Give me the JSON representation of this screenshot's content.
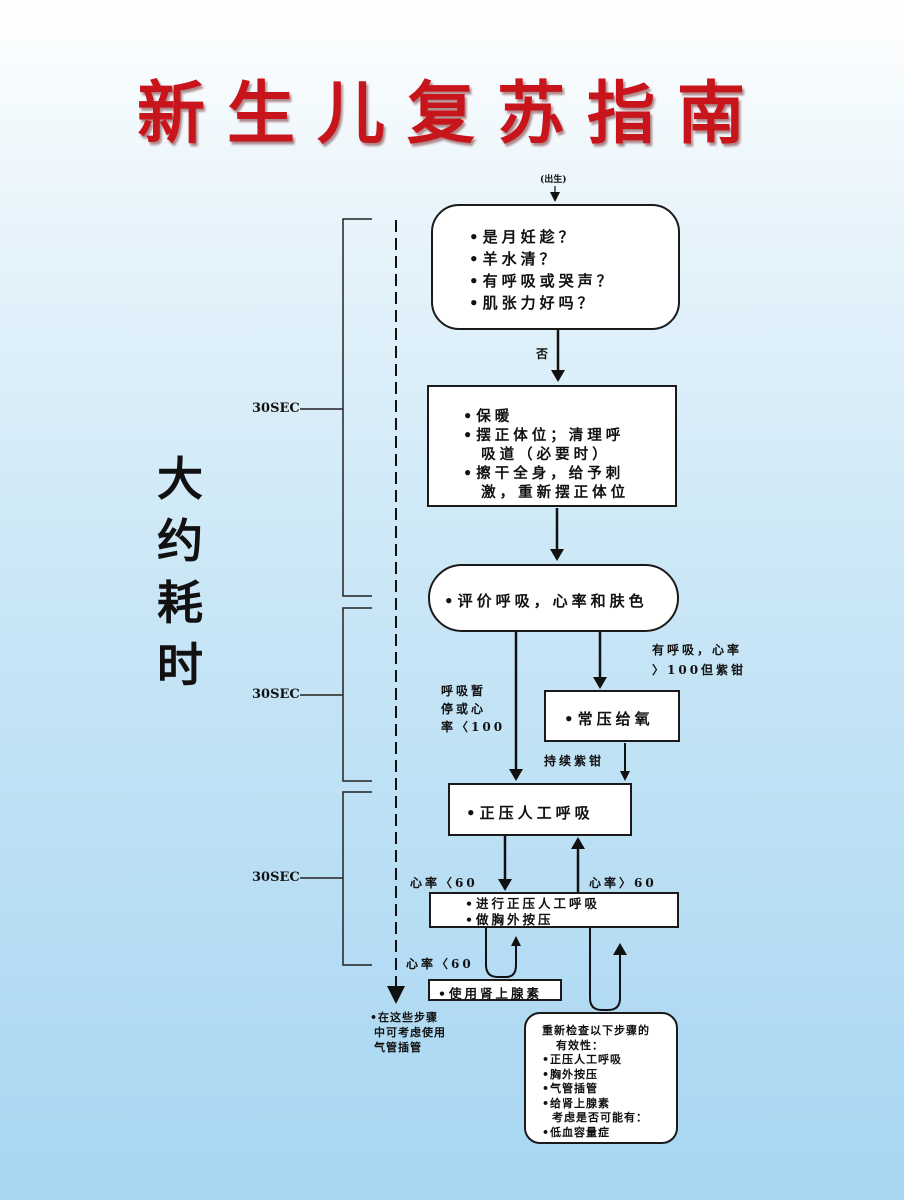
{
  "title": "新生儿复苏指南",
  "side_label": [
    "大",
    "约",
    "耗",
    "时"
  ],
  "birth_label": "(出生)",
  "time_marks": [
    "30SEC",
    "30SEC",
    "30SEC"
  ],
  "box1": [
    "•是月妊趁？",
    "•羊水清？",
    "•有呼吸或哭声？",
    "•肌张力好吗？"
  ],
  "label_no": "否",
  "box2": [
    "•保暖",
    "•摆正体位；清理呼",
    "  吸道（必要时）",
    "•擦干全身，给予刺",
    "  激，重新摆正体位"
  ],
  "box3": "•评价呼吸，心率和肤色",
  "label_breathing_cyanosis": [
    "有呼吸，心率",
    "〉100但紫钳"
  ],
  "label_apnea": [
    "呼吸暂",
    "停或心",
    "率〈100"
  ],
  "box_oxygen": "•常压给氧",
  "label_persistent_cyanosis": "持续紫钳",
  "box_ppv": "•正压人工呼吸",
  "label_hr_lt60_a": "心率〈60",
  "label_hr_gt60": "心率〉60",
  "box_ppv_cc": [
    "•进行正压人工呼吸",
    "•做胸外按压"
  ],
  "label_hr_lt60_b": "心率〈60",
  "box_epinephrine": "•使用肾上腺素",
  "intubation_note": [
    "•在这些步骤",
    "中可考虑使用",
    "气管插管"
  ],
  "box_recheck": [
    "重新检查以下步骤的",
    "有效性：",
    "•正压人工呼吸",
    "•胸外按压",
    "•气管插管",
    "•给肾上腺素",
    "考虑是否可能有：",
    "•低血容量症"
  ]
}
